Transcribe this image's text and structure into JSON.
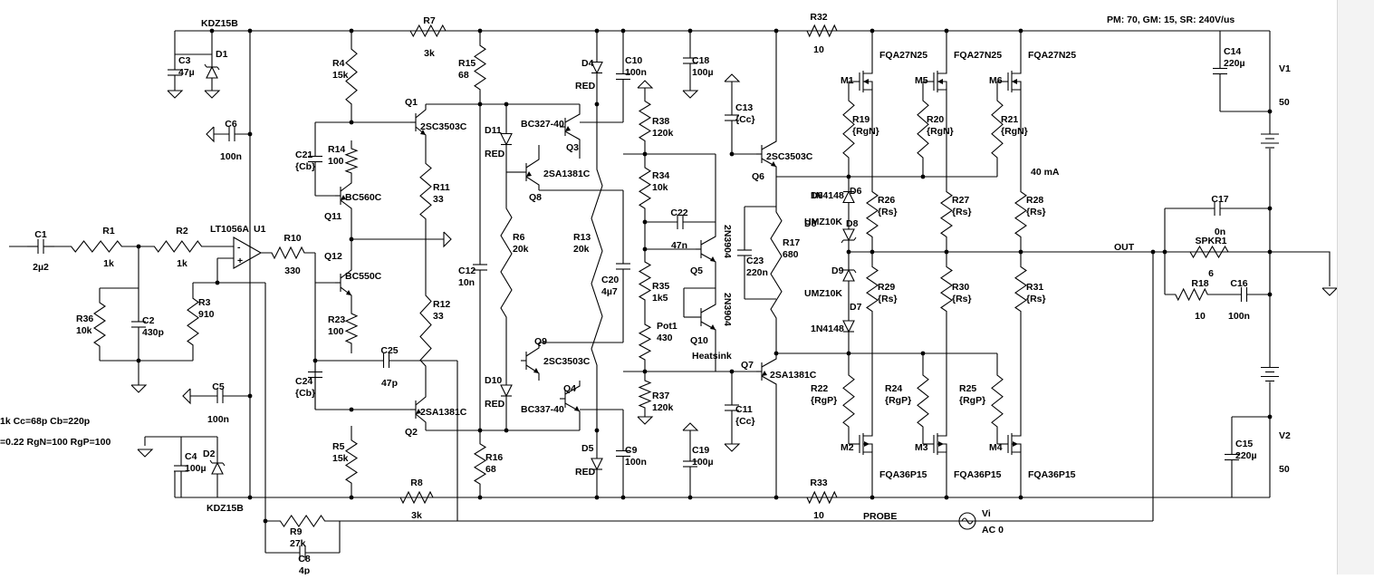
{
  "header_note": "PM: 70, GM: 15, SR: 240V/us",
  "param_lines": [
    "1k Cc=68p Cb=220p",
    "=0.22 RgN=100 RgP=100"
  ],
  "bias_note": "40 mA",
  "net_labels": {
    "out": "OUT",
    "probe": "PROBE",
    "heatsink": "Heatsink"
  },
  "opamp": {
    "ref": "U1",
    "part": "LT1056A"
  },
  "supplies": [
    {
      "ref": "V1",
      "value": "50"
    },
    {
      "ref": "V2",
      "value": "50"
    }
  ],
  "source": {
    "ref": "Vi",
    "value": "AC 0"
  },
  "components": {
    "C1": "2µ2",
    "R1": "1k",
    "R2": "1k",
    "R36": "10k",
    "C2": "430p",
    "R3": "910",
    "C3": "47µ",
    "D1": "KDZ15B",
    "C6": "100n",
    "C5": "100n",
    "C4": "100µ",
    "D2": "KDZ15B",
    "R10": "330",
    "R9": "27k",
    "C8": "4p",
    "R7": "3k",
    "R8": "3k",
    "R4": "15k",
    "R14": "100",
    "C21": "{Cb}",
    "R23": "100",
    "C24": "{Cb}",
    "R5": "15k",
    "Q11": "BC560C",
    "Q12": "BC550C",
    "Q1": "2SC3503C",
    "Q2": "2SA1381C",
    "R11": "33",
    "R12": "33",
    "C25": "47p",
    "R15": "68",
    "R16": "68",
    "C12": "10n",
    "D11": "RED",
    "D10": "RED",
    "R6": "20k",
    "R13": "20k",
    "D4": "RED",
    "D5": "RED",
    "Q3": "BC327-40",
    "Q8": "2SA1381C",
    "Q9": "2SC3503C",
    "Q4": "BC337-40",
    "C10": "100n",
    "C9": "100n",
    "C18": "100µ",
    "C19": "100µ",
    "C20": "4µ7",
    "R38": "120k",
    "R34": "10k",
    "C22": "47n",
    "R35": "1k5",
    "Pot1": "430",
    "R37": "120k",
    "Q5": "2N3904",
    "Q10": "2N3904",
    "C13": "{Cc}",
    "C11": "{Cc}",
    "Q6": "2SC3503C",
    "Q7": "2SA1381C",
    "C23": "220n",
    "R17": "680",
    "R32": "10",
    "R33": "10",
    "D6": "1N4148",
    "D8": "UMZ10K",
    "D9": "UMZ10K",
    "D7": "1N4148",
    "M1": "FQA27N25",
    "M5": "FQA27N25",
    "M6": "FQA27N25",
    "M2": "FQA36P15",
    "M3": "FQA36P15",
    "M4": "FQA36P15",
    "R19": "{RgN}",
    "R20": "{RgN}",
    "R21": "{RgN}",
    "R22": "{RgP}",
    "R24": "{RgP}",
    "R25": "{RgP}",
    "R26": "{Rs}",
    "R27": "{Rs}",
    "R28": "{Rs}",
    "R29": "{Rs}",
    "R30": "{Rs}",
    "R31": "{Rs}",
    "C14": "220µ",
    "C15": "220µ",
    "C17": "0n",
    "SPKR1": "6",
    "R18": "10",
    "C16": "100n"
  }
}
